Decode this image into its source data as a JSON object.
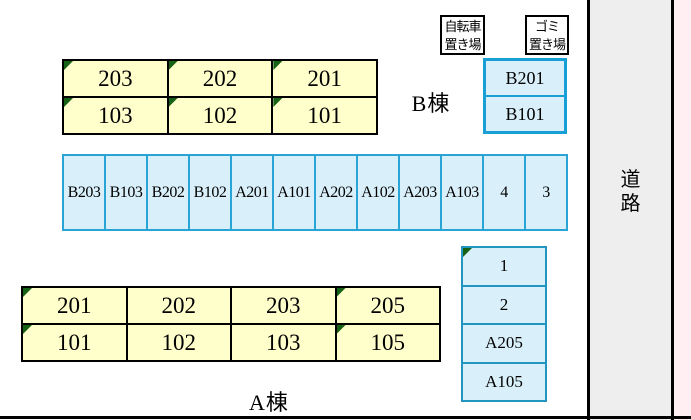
{
  "b_building": {
    "label": "B棟",
    "rooms": [
      [
        "203",
        "202",
        "201"
      ],
      [
        "103",
        "102",
        "101"
      ]
    ]
  },
  "a_building": {
    "label": "A棟",
    "rooms": [
      [
        "201",
        "202",
        "203",
        "205"
      ],
      [
        "101",
        "102",
        "103",
        "105"
      ]
    ]
  },
  "bicycle_shed": {
    "line1": "自転車",
    "line2": "置き場"
  },
  "garbage_area": {
    "line1": "ゴミ",
    "line2": "置き場"
  },
  "b_parking_spots": [
    "B201",
    "B101"
  ],
  "parking_row_spots": [
    "B203",
    "B103",
    "B202",
    "B102",
    "A201",
    "A101",
    "A202",
    "A102",
    "A203",
    "A103",
    "4",
    "3"
  ],
  "side_parking_spots": [
    "1",
    "2",
    "A205",
    "A105"
  ],
  "road": {
    "label": "道路",
    "char1": "道",
    "char2": "路"
  },
  "colors": {
    "room_fill": "#ffffcc",
    "parking_fill": "#d9f0fb",
    "parking_border": "#2aa4d5",
    "b_parking_border": "#189fd6",
    "side_parking_border": "#2196be",
    "road_fill": "#eeeeee",
    "pink_strip": "#ffeef2",
    "corner_marker": "#176117"
  }
}
